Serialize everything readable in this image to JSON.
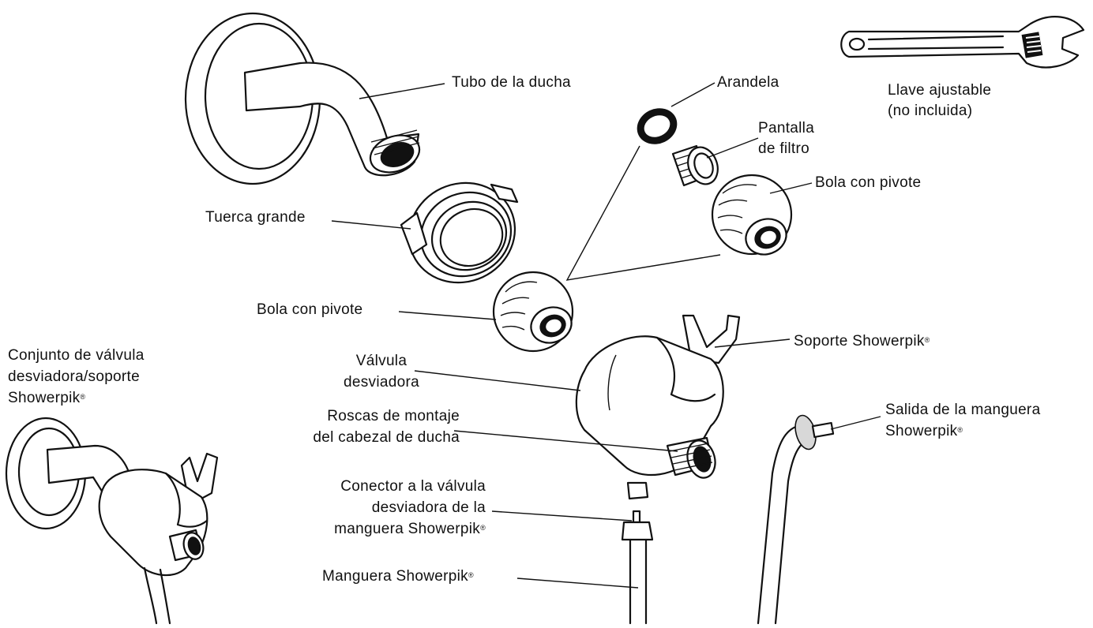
{
  "labels": {
    "shower_arm": "Tubo de la ducha",
    "washer": "Arandela",
    "filter_screen_1": "Pantalla",
    "filter_screen_2": "de filtro",
    "wrench_1": "Llave ajustable",
    "wrench_2": "(no incluida)",
    "pivot_ball_right": "Bola con pivote",
    "large_nut": "Tuerca grande",
    "pivot_ball_center": "Bola con pivote",
    "holder": "Soporte Showerpik",
    "assembly_1": "Conjunto de válvula",
    "assembly_2": "desviadora/soporte",
    "assembly_3": "Showerpik",
    "diverter_1": "Válvula",
    "diverter_2": "desviadora",
    "threads_1": "Roscas de montaje",
    "threads_2": "del cabezal de ducha",
    "hose_outlet_1": "Salida de la manguera",
    "hose_outlet_2": "Showerpik",
    "connector_1": "Conector a la válvula",
    "connector_2": "desviadora de la",
    "connector_3": "manguera Showerpik",
    "hose": "Manguera Showerpik",
    "registered": "®"
  }
}
